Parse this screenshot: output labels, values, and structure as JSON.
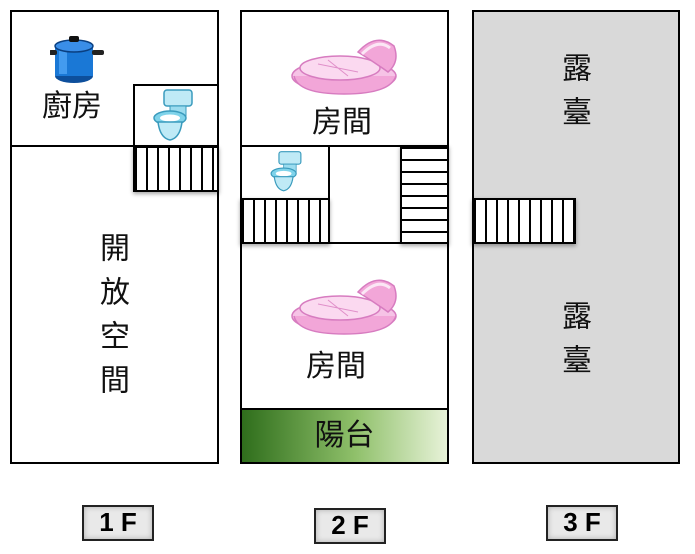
{
  "floors": {
    "f1": {
      "tag": "1 F",
      "kitchen": "廚房",
      "open_space": "開放空間"
    },
    "f2": {
      "tag": "2 F",
      "room_top": "房間",
      "room_bottom": "房間",
      "balcony": "陽台"
    },
    "f3": {
      "tag": "3 F",
      "terrace_top": "露臺",
      "terrace_bottom": "露臺"
    }
  },
  "colors": {
    "terrace_fill": "#d9d9d9",
    "balcony_dark": "#2f6e1c",
    "balcony_light": "#e7f2d8",
    "pot_blue": "#1a78d6",
    "toilet_cyan": "#7fd3ea",
    "bassinet_pink": "#f2a6d8"
  },
  "icons": [
    "cooking-pot-icon",
    "toilet-icon",
    "bassinet-icon"
  ]
}
